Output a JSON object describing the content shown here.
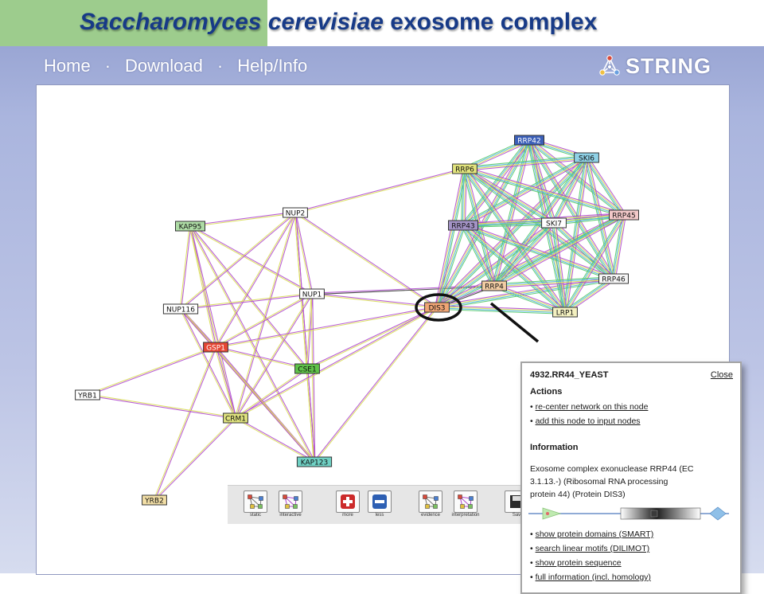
{
  "slide": {
    "title_italic": "Saccharomyces cerevisiae",
    "title_rest": " exosome complex"
  },
  "nav": {
    "items": [
      "Home",
      "Download",
      "Help/Info"
    ],
    "separator": "·"
  },
  "logo": {
    "text": "STRING"
  },
  "network": {
    "nodes": [
      {
        "id": "RRP42",
        "color": "#3b5fb8",
        "text_color": "#ffffff"
      },
      {
        "id": "SKI6",
        "color": "#8fd1e6",
        "text_color": "#111111"
      },
      {
        "id": "RRP6",
        "color": "#e2e47d",
        "text_color": "#111111"
      },
      {
        "id": "RRP43",
        "color": "#a393c6",
        "text_color": "#111111"
      },
      {
        "id": "SKI7",
        "color": "#ffffff",
        "text_color": "#111111"
      },
      {
        "id": "RRP45",
        "color": "#f3c9c9",
        "text_color": "#111111"
      },
      {
        "id": "RRP46",
        "color": "#f6f6f6",
        "text_color": "#111111"
      },
      {
        "id": "RRP4",
        "color": "#f3cda4",
        "text_color": "#111111"
      },
      {
        "id": "LRP1",
        "color": "#f3f0c0",
        "text_color": "#111111"
      },
      {
        "id": "DIS3",
        "color": "#f0a575",
        "text_color": "#111111"
      },
      {
        "id": "NUP2",
        "color": "#ffffff",
        "text_color": "#111111"
      },
      {
        "id": "KAP95",
        "color": "#aedca5",
        "text_color": "#111111"
      },
      {
        "id": "NUP1",
        "color": "#ffffff",
        "text_color": "#111111"
      },
      {
        "id": "NUP116",
        "color": "#ffffff",
        "text_color": "#111111"
      },
      {
        "id": "GSP1",
        "color": "#e64634",
        "text_color": "#ffffff"
      },
      {
        "id": "CSE1",
        "color": "#5fc34a",
        "text_color": "#111111"
      },
      {
        "id": "YRB1",
        "color": "#ffffff",
        "text_color": "#111111"
      },
      {
        "id": "CRM1",
        "color": "#dfe27e",
        "text_color": "#111111"
      },
      {
        "id": "KAP123",
        "color": "#6fd1c4",
        "text_color": "#111111"
      },
      {
        "id": "YRB2",
        "color": "#f3dfa6",
        "text_color": "#111111"
      }
    ],
    "selected_node": "DIS3"
  },
  "toolbar": {
    "buttons": [
      {
        "label": "static",
        "icon": "static-network-icon"
      },
      {
        "label": "interactive",
        "icon": "interactive-network-icon"
      },
      {
        "label": "more",
        "icon": "plus-icon",
        "color": "#cc2a2a"
      },
      {
        "label": "less",
        "icon": "minus-icon",
        "color": "#2d5fb3"
      },
      {
        "label": "evidence",
        "icon": "evidence-view-icon"
      },
      {
        "label": "interpretation",
        "icon": "interpretation-view-icon"
      },
      {
        "label": "Sav",
        "icon": "save-icon"
      }
    ]
  },
  "popup": {
    "title": "4932.RR44_YEAST",
    "close": "Close",
    "actions_heading": "Actions",
    "actions": [
      "re-center network on this node",
      "add this node to input nodes"
    ],
    "info_heading": "Information",
    "description_lines": [
      "Exosome complex exonuclease RRP44 (EC",
      "3.1.13.-) (Ribosomal RNA processing",
      "protein 44) (Protein DIS3)"
    ],
    "links": [
      "show protein domains (SMART)",
      "search linear motifs (DILIMOT)",
      "show protein sequence",
      "full information (incl. homology)"
    ]
  }
}
